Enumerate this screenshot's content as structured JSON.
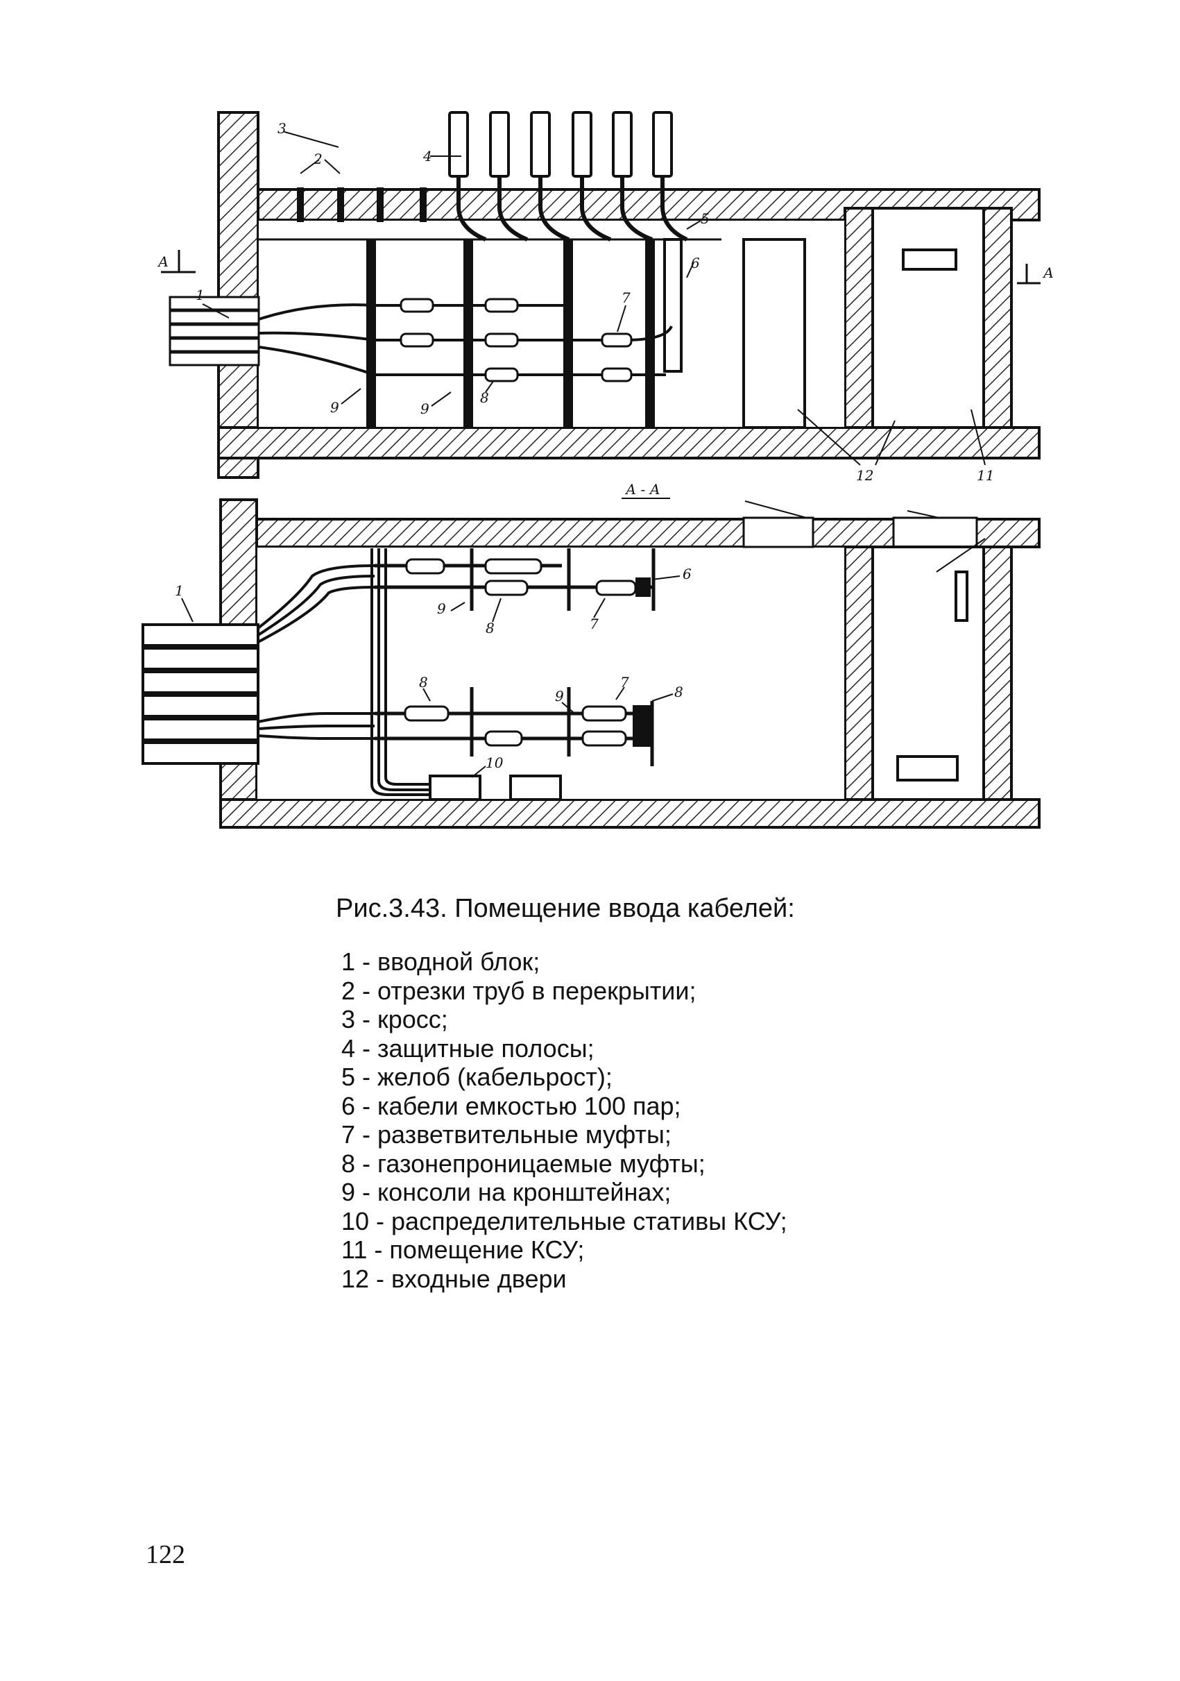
{
  "figure": {
    "section_label": "А - А",
    "section_marker": "А",
    "callouts": {
      "n1": "1",
      "n2": "2",
      "n3": "3",
      "n4": "4",
      "n5": "5",
      "n6": "6",
      "n7": "7",
      "n8": "8",
      "n9": "9",
      "n10": "10",
      "n11": "11",
      "n12": "12"
    }
  },
  "caption": {
    "title": "Рис.3.43. Помещение ввода кабелей:",
    "legend": [
      "1 - вводной блок;",
      "2 - отрезки труб в перекрытии;",
      "3 - кросс;",
      "4 - защитные полосы;",
      "5 - желоб (кабельрост);",
      "6 - кабели емкостью 100 пар;",
      "7 - разветвительные муфты;",
      "8 - газонепроницаемые муфты;",
      "9 - консоли на кронштейнах;",
      "10 - распределительные стативы КСУ;",
      "11 - помещение КСУ;",
      "12 - входные двери"
    ]
  },
  "page_number": "122"
}
